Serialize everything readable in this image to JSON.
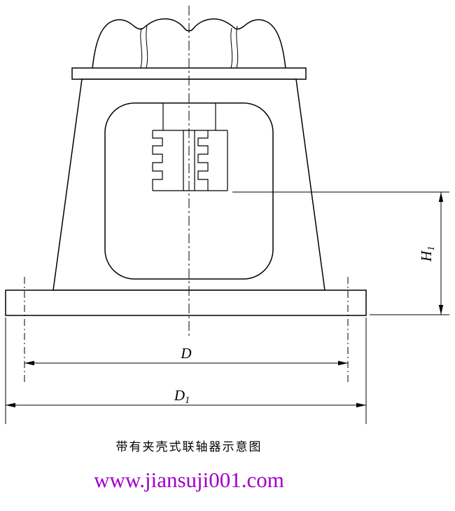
{
  "drawing": {
    "caption": "带有夹壳式联轴器示意图",
    "dimensions": {
      "d": {
        "base": "D",
        "sub": ""
      },
      "d1": {
        "base": "D",
        "sub": "1"
      },
      "h1": {
        "base": "H",
        "sub": "1"
      }
    }
  },
  "website": {
    "text": "www.jiansuji001.com",
    "color": "#A000C8"
  },
  "colors": {
    "line": "#000000",
    "background": "#FFFFFF",
    "website": "#A000C8"
  }
}
